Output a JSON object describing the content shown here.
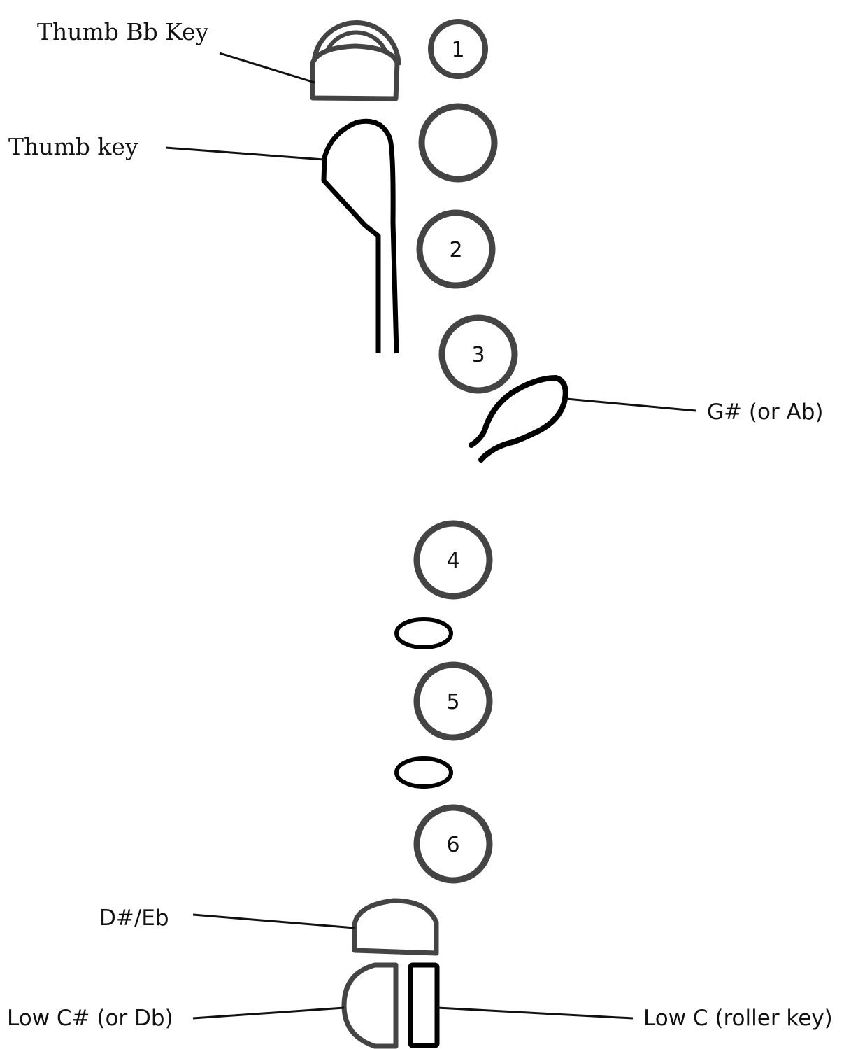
{
  "labels": {
    "thumb_bb_key": "Thumb Bb Key",
    "thumb_key": "Thumb key",
    "g_sharp": "G# (or Ab)",
    "d_sharp": "D#/Eb",
    "low_c_sharp": "Low C# (or Db)",
    "low_c": "Low C (roller key)"
  },
  "holes": {
    "h1": "1",
    "h2": "2",
    "h3": "3",
    "h4": "4",
    "h5": "5",
    "h6": "6"
  },
  "colors": {
    "key_outline": "#444444",
    "stroke_dark": "#000000",
    "leader_line": "#111111"
  }
}
